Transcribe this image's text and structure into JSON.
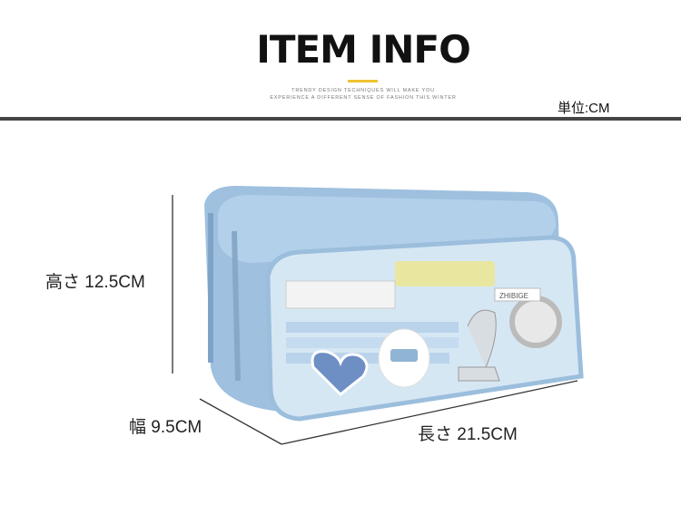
{
  "header": {
    "title": "ITEM INFO",
    "subtitle_line1": "TRENDY DESIGN TECHNIQUES WILL MAKE YOU",
    "subtitle_line2": "EXPERIENCE A DIFFERENT SENSE OF FASHION THIS WINTER",
    "unit": "単位:CM",
    "accent_color": "#f1c232"
  },
  "dimensions": {
    "height": "高さ 12.5CM",
    "width": "幅 9.5CM",
    "length": "長さ 21.5CM"
  },
  "product": {
    "color": "#a9c9e6",
    "sticker_text": "ZHIBIGE"
  }
}
